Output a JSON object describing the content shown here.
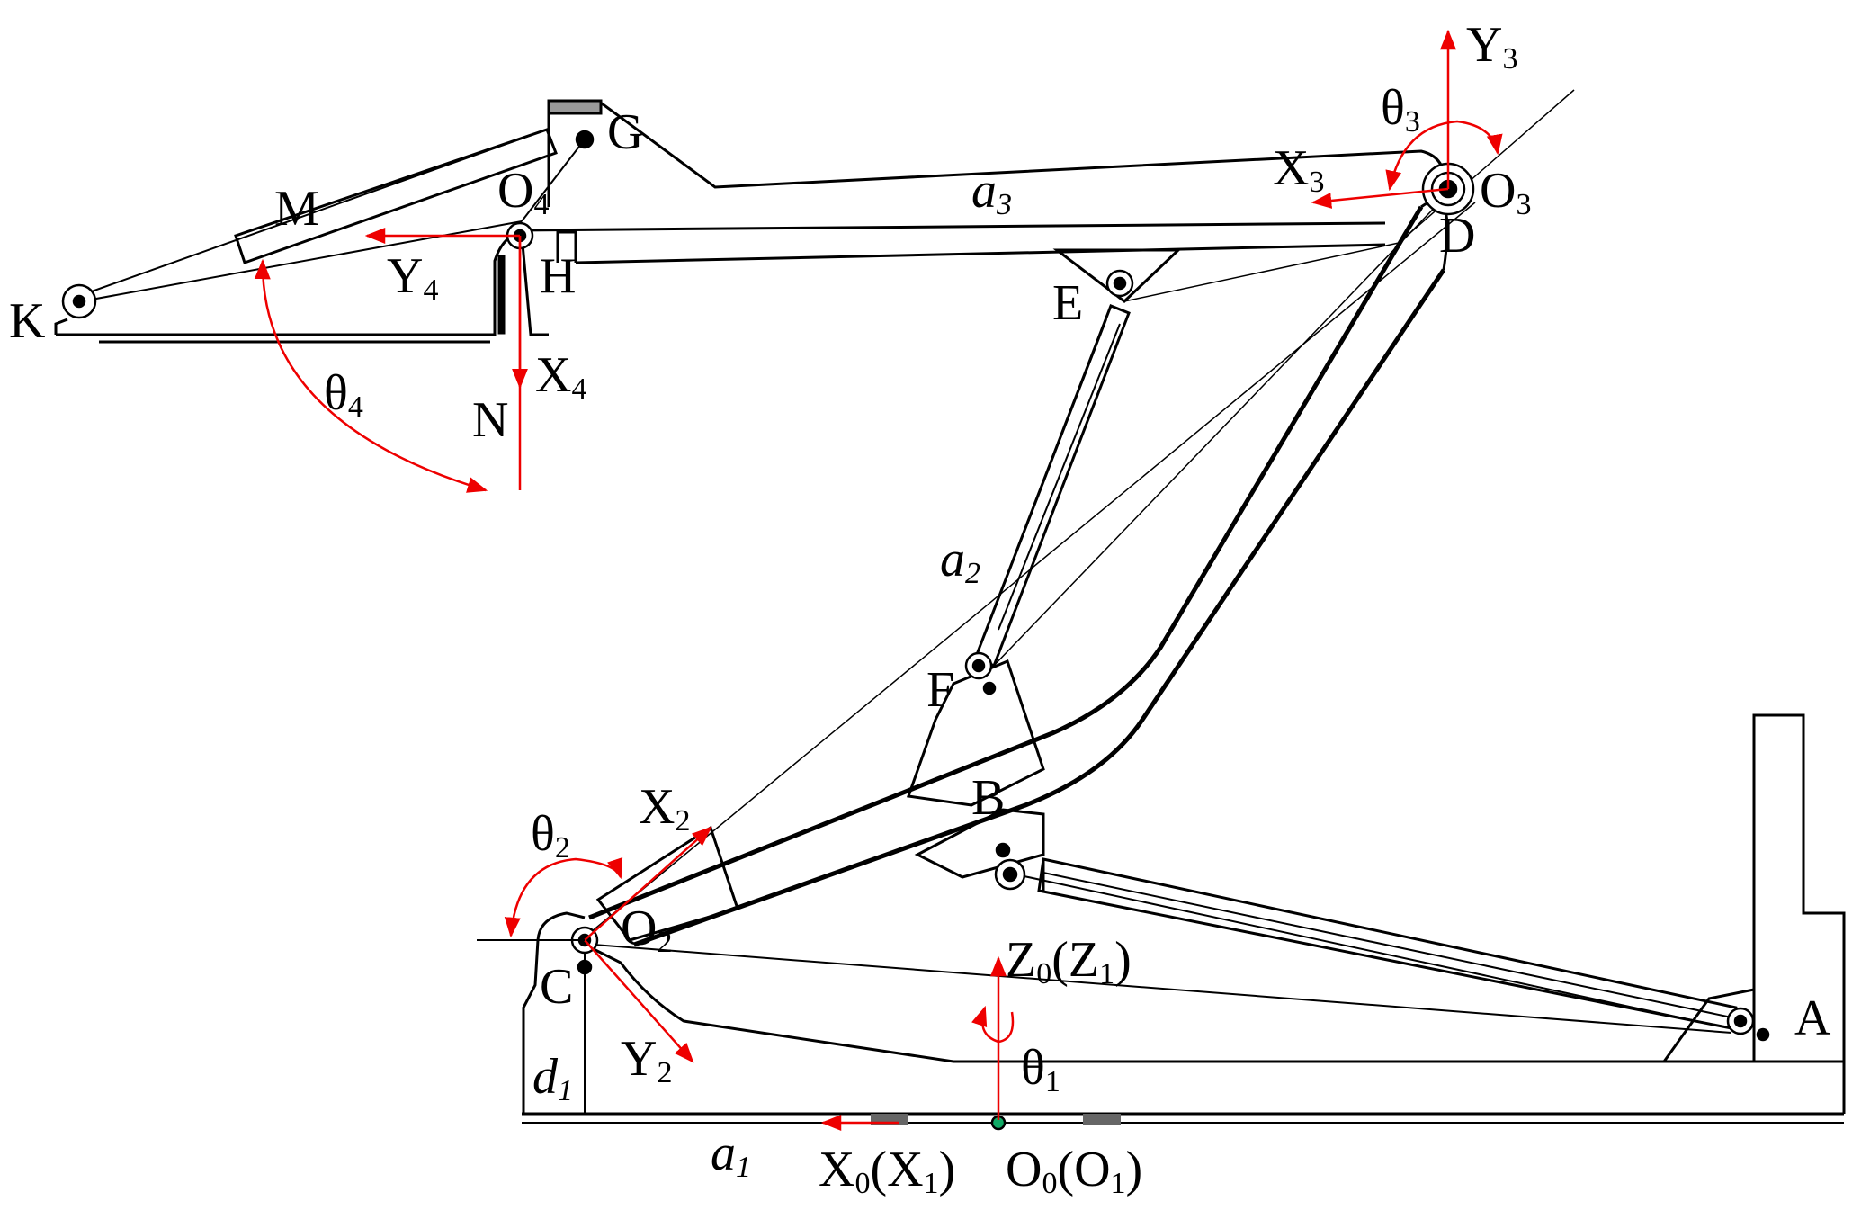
{
  "labels": {
    "G": "G",
    "M": "M",
    "O4": "O",
    "O4_sub": "4",
    "H": "H",
    "K": "K",
    "Y4": "Y",
    "Y4_sub": "4",
    "X4": "X",
    "X4_sub": "4",
    "N": "N",
    "theta4": "θ",
    "theta4_sub": "4",
    "Y3": "Y",
    "Y3_sub": "3",
    "theta3": "θ",
    "theta3_sub": "3",
    "X3": "X",
    "X3_sub": "3",
    "O3": "O",
    "O3_sub": "3",
    "D": "D",
    "a3": "a",
    "a3_sub": "3",
    "E": "E",
    "F": "F",
    "a2": "a",
    "a2_sub": "2",
    "B": "B",
    "X2": "X",
    "X2_sub": "2",
    "theta2": "θ",
    "theta2_sub": "2",
    "O2": "O",
    "O2_sub": "2",
    "C": "C",
    "Y2": "Y",
    "Y2_sub": "2",
    "Z0": "Z",
    "Z0_sub": "0",
    "Z0_paren": "(Z",
    "Z1_sub": "1",
    "Z0_close": ")",
    "theta1": "θ",
    "theta1_sub": "1",
    "d1": "d",
    "d1_sub": "1",
    "a1": "a",
    "a1_sub": "1",
    "X0": "X",
    "X0_sub": "0",
    "X0_paren": "(X",
    "X1_sub": "1",
    "X0_close": ")",
    "O0": "O",
    "O0_sub": "0",
    "O0_paren": "(O",
    "O1_sub": "1",
    "O0_close": ")",
    "A": "A"
  },
  "colors": {
    "line": "#000000",
    "axis": "#e00000"
  }
}
